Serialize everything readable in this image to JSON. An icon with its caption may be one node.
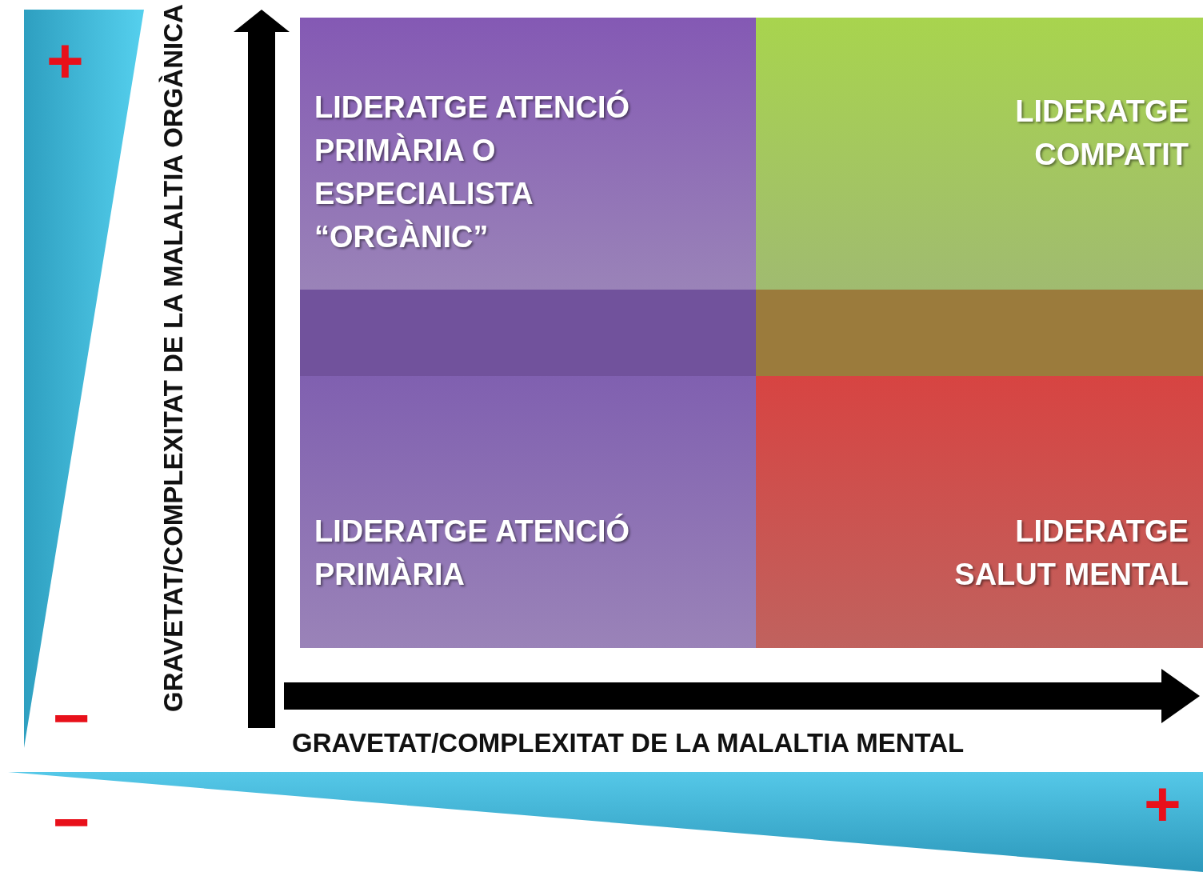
{
  "diagram": {
    "nodes": [
      {
        "text": [
          "LIDERATGE ATENCIÓ PRIMÀRIA O ESPECIALISTA “ORGÀNIC”"
        ]
      },
      {
        "text": [
          "LIDERATGE COMPATIT"
        ]
      },
      {
        "text": [],
        "shape": "bar"
      },
      {
        "text": [],
        "shape": "bar"
      },
      {
        "text": [
          "LIDERATGE ATENCIÓ PRIMÀRIA"
        ]
      },
      {
        "text": [
          "LIDERATGE SALUT MENTAL"
        ]
      }
    ],
    "edges": [],
    "labels": [
      "+",
      "GRAVETAT/COMPLEXITAT DE LA MALALTIA ORGÀNICA",
      "−",
      "GRAVETAT/COMPLEXITAT DE LA MALALTIA MENTAL",
      "−",
      "+"
    ]
  }
}
